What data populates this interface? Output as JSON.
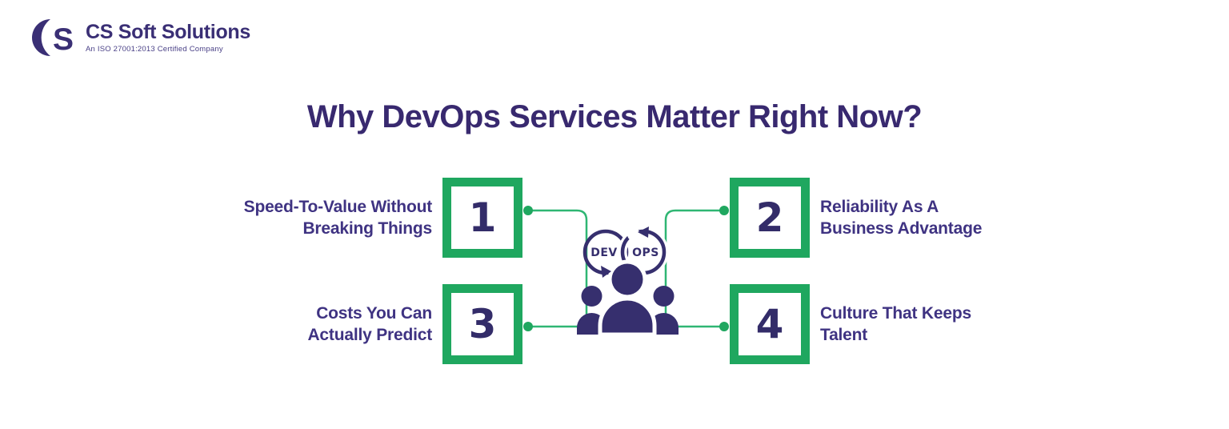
{
  "logo": {
    "mark_letter": "S",
    "company_name": "CS Soft Solutions",
    "tagline": "An ISO 27001:2013 Certified Company"
  },
  "title": "Why DevOps Services Matter Right Now?",
  "items": [
    {
      "number": "1",
      "label_line1": "Speed-To-Value Without",
      "label_line2": "Breaking Things",
      "side": "left"
    },
    {
      "number": "2",
      "label_line1": "Reliability As A",
      "label_line2": "Business Advantage",
      "side": "right"
    },
    {
      "number": "3",
      "label_line1": "Costs You Can",
      "label_line2": "Actually Predict",
      "side": "left"
    },
    {
      "number": "4",
      "label_line1": "Culture That Keeps",
      "label_line2": "Talent",
      "side": "right"
    }
  ],
  "center_icon": {
    "name": "devops-team-icon",
    "dev_label": "DEV",
    "ops_label": "OPS"
  },
  "colors": {
    "box_green": "#1fa75f",
    "line_green": "#2fb673",
    "indigo": "#362f6e",
    "title_indigo": "#38296f",
    "label_indigo": "#3f3382",
    "background": "#ffffff"
  }
}
